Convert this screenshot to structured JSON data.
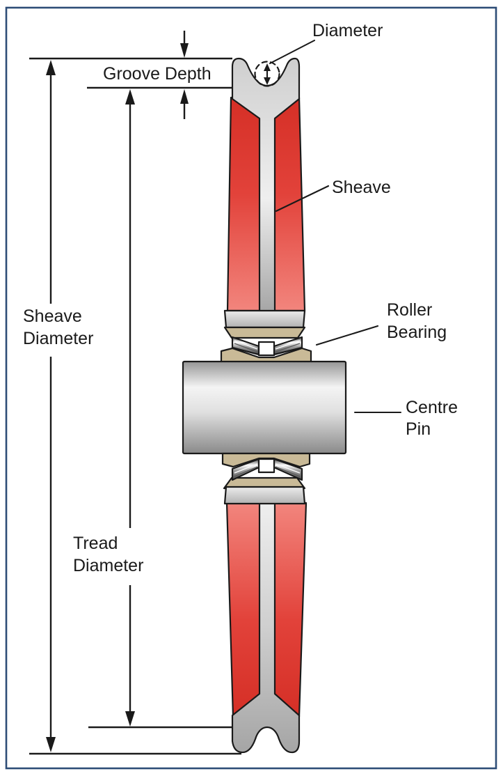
{
  "figure": {
    "title": "Sheave cross-section diagram",
    "labels": {
      "diameter": "Diameter",
      "groove_depth": "Groove Depth",
      "sheave": "Sheave",
      "roller_bearing_line1": "Roller",
      "roller_bearing_line2": "Bearing",
      "centre_pin_line1": "Centre",
      "centre_pin_line2": "Pin",
      "sheave_diameter_line1": "Sheave",
      "sheave_diameter_line2": "Diameter",
      "tread_diameter_line1": "Tread",
      "tread_diameter_line2": "Diameter"
    },
    "colors": {
      "outline": "#1a1a1a",
      "text": "#1a1a1a",
      "frame": "#2e4d77",
      "white": "#ffffff",
      "tan": "#c9ba97",
      "red_top": "#d52f26",
      "red_mid": "#e2423a",
      "red_light": "#f2857d",
      "metal_hi": "#efefef",
      "metal_mid": "#cfcfcf",
      "metal_lo": "#a5a5a5",
      "hub_hi": "#ececec",
      "hub_lo": "#b2b2b2",
      "pin_edge_top": "#969696",
      "pin_hi": "#f4f4f4",
      "pin_mid": "#e0e0e0",
      "pin_edge_bottom": "#8a8a8a",
      "roller_dark": "#4a4a4a",
      "roller_bright": "#ffffff",
      "roller_mid": "#9e9e9e",
      "roller_stripe_light": "#f5f5f5",
      "roller_stripe_dark": "#5a5a5a"
    }
  }
}
